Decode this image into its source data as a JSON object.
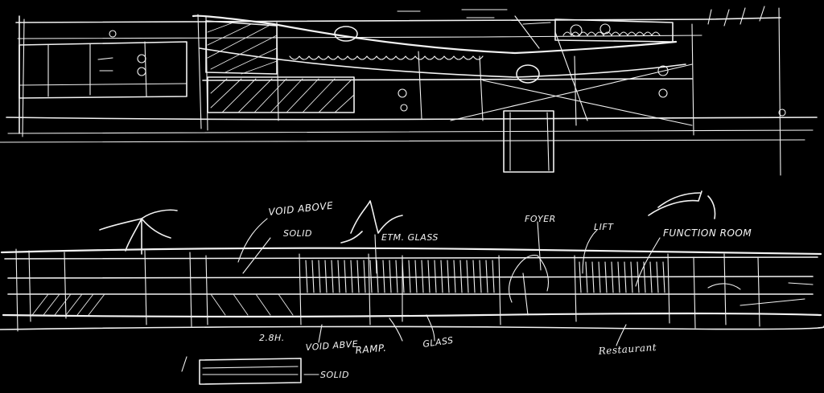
{
  "section": {
    "annotations": {
      "void_above": "VOID ABOVE",
      "solid_top": "SOLID",
      "glass": "ETM. GLASS",
      "foyer": "FOYER",
      "lift": "LIFT",
      "function_room": "FUNCTION ROOM",
      "restaurant": "Restaurant",
      "ramp": "RAMP.",
      "glass_low": "GLASS",
      "void_above_low": "VOID ABVE",
      "height": "2.8H.",
      "solid_low": "SOLID"
    }
  }
}
